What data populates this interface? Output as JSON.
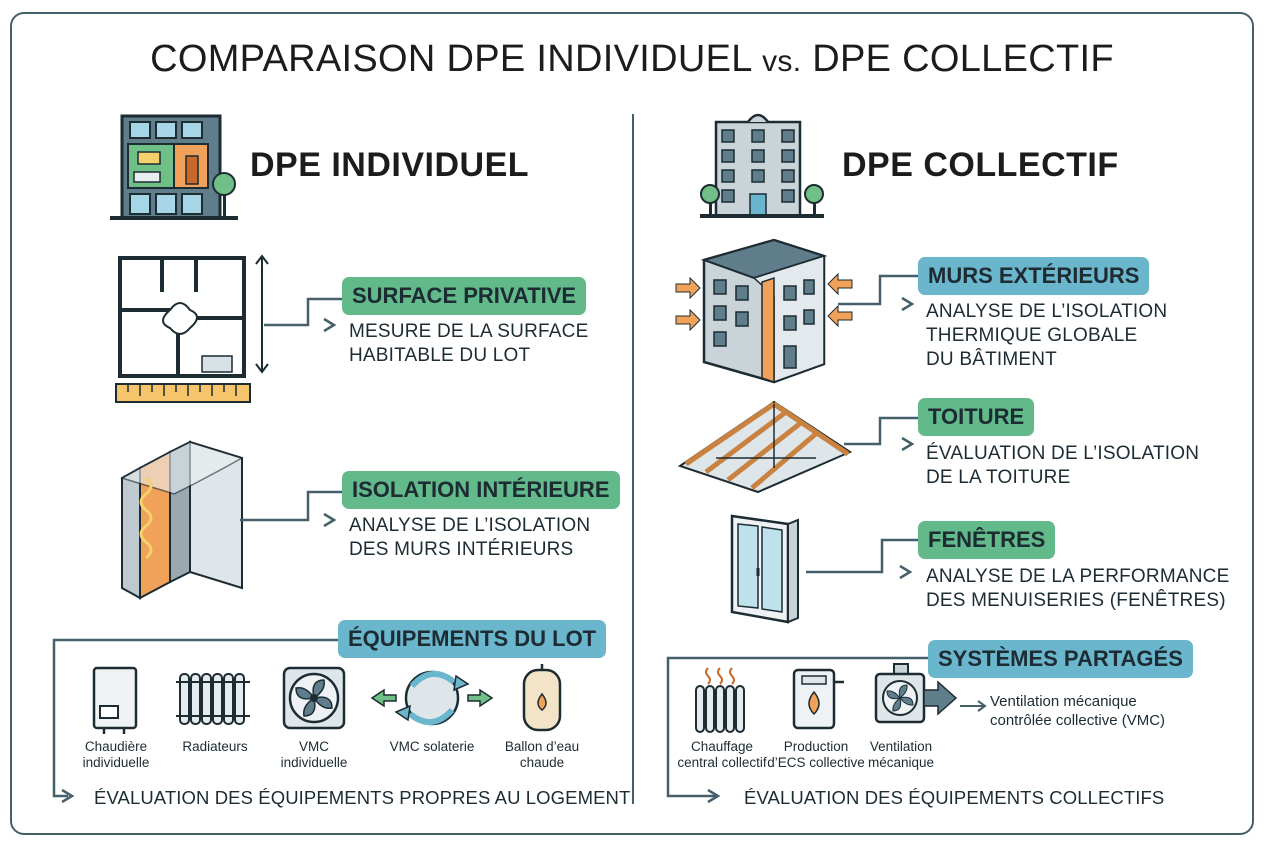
{
  "title": {
    "main": "COMPARAISON DPE INDIVIDUEL",
    "vs": "vs.",
    "end": "DPE COLLECTIF"
  },
  "individuel": {
    "heading": "DPE INDIVIDUEL",
    "items": [
      {
        "tag": "SURFACE PRIVATIVE",
        "desc": [
          "MESURE DE LA SURFACE",
          "HABITABLE DU LOT"
        ]
      },
      {
        "tag": "ISOLATION INTÉRIEURE",
        "desc": [
          "ANALYSE DE L’ISOLATION",
          "DES MURS INTÉRIEURS"
        ]
      }
    ],
    "equipements": {
      "tag": "ÉQUIPEMENTS DU LOT",
      "captions": [
        [
          "Chaudière",
          "individuelle"
        ],
        [
          "Radiateurs",
          ""
        ],
        [
          "VMC",
          "individuelle"
        ],
        [
          "VMC solaterie",
          ""
        ],
        [
          "Ballon d’eau",
          "chaude"
        ]
      ],
      "evaluation": "ÉVALUATION DES ÉQUIPEMENTS PROPRES AU LOGEMENT"
    }
  },
  "collectif": {
    "heading": "DPE COLLECTIF",
    "items": [
      {
        "tag": "MURS EXTÉRIEURS",
        "desc": [
          "ANALYSE DE L’ISOLATION",
          "THERMIQUE GLOBALE",
          "DU BÂTIMENT"
        ]
      },
      {
        "tag": "TOITURE",
        "desc": [
          "ÉVALUATION DE L’ISOLATION",
          "DE LA TOITURE"
        ]
      },
      {
        "tag": "FENÊTRES",
        "desc": [
          "ANALYSE DE LA PERFORMANCE",
          "DES MENUISERIES (FENÊTRES)"
        ]
      }
    ],
    "systemes": {
      "tag": "SYSTÈMES PARTAGÉS",
      "captions": [
        [
          "Chauffage",
          "central collectif"
        ],
        [
          "Production",
          "d’ECS collective"
        ],
        [
          "Ventilation",
          "mécanique"
        ]
      ],
      "vmc_note": [
        "Ventilation mécanique",
        "contrôlée collective (VMC)"
      ],
      "evaluation": "ÉVALUATION DES ÉQUIPEMENTS COLLECTIFS"
    }
  },
  "colors": {
    "frame": "#46606b",
    "green_tag": "#62b98a",
    "blue_tag": "#6ab6cc",
    "accent_orange": "#f1a25a"
  }
}
